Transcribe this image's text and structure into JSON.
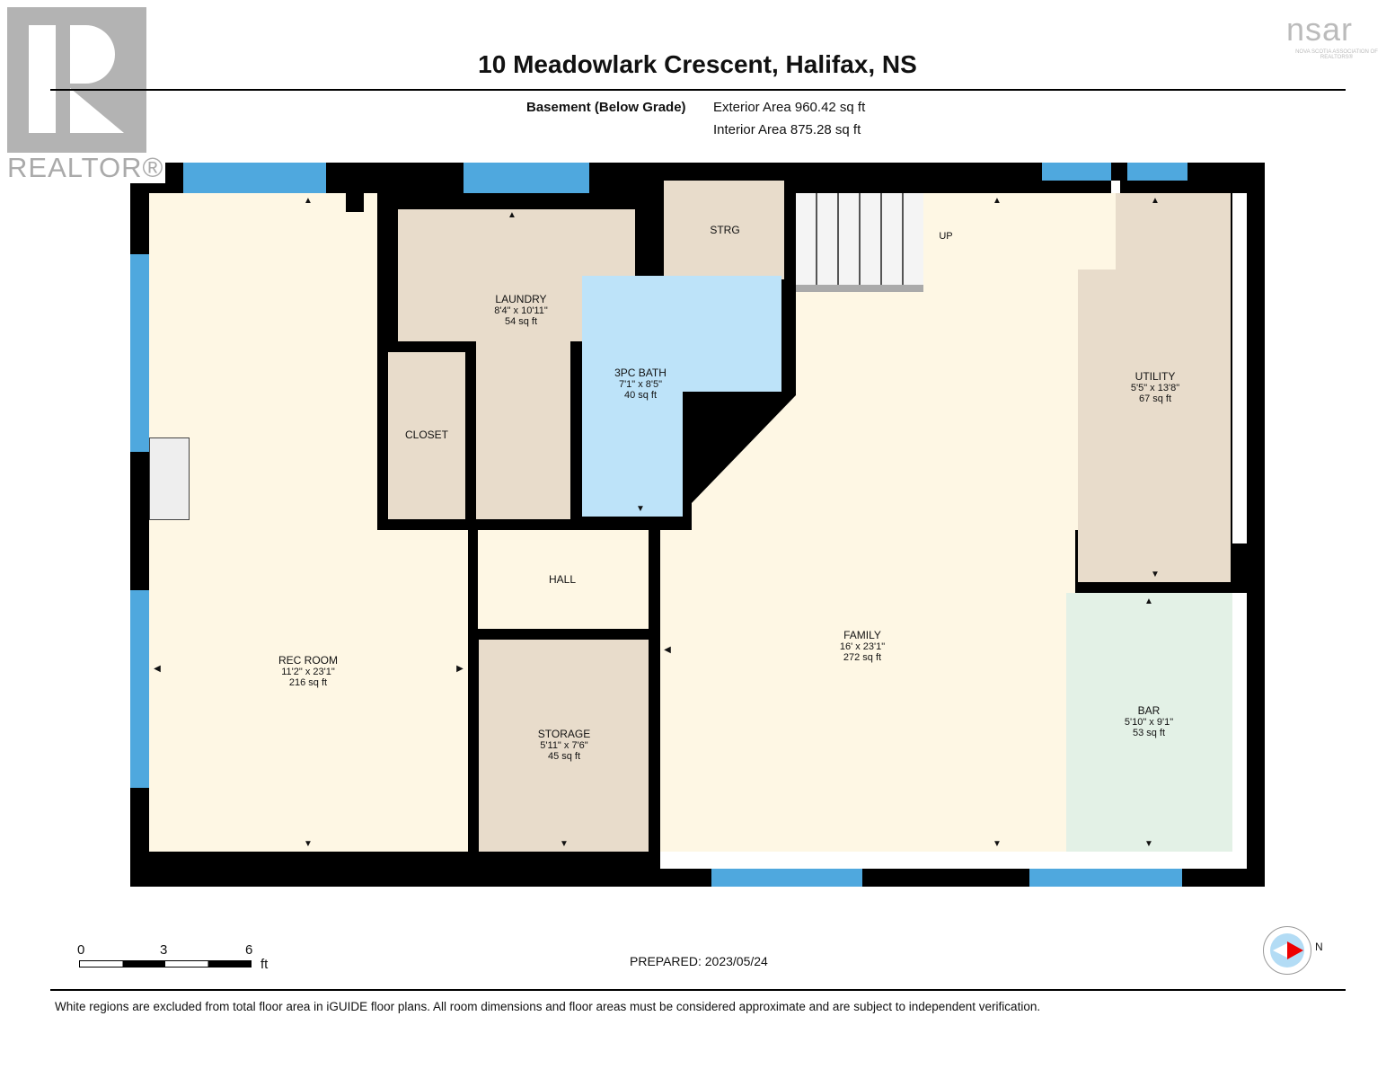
{
  "header": {
    "title": "10 Meadowlark Crescent, Halifax, NS",
    "level": "Basement (Below Grade)",
    "exterior_area": "Exterior Area 960.42 sq ft",
    "interior_area": "Interior Area 875.28 sq ft"
  },
  "logos": {
    "realtor": "REALTOR®",
    "nsar": "nsar",
    "nsar_sub": "NOVA SCOTIA ASSOCIATION OF REALTORS®"
  },
  "rooms": {
    "rec": {
      "name": "REC ROOM",
      "dims": "11'2\" x 23'1\"",
      "area": "216 sq ft"
    },
    "laundry": {
      "name": "LAUNDRY",
      "dims": "8'4\" x 10'11\"",
      "area": "54 sq ft"
    },
    "closet": {
      "name": "CLOSET"
    },
    "strg": {
      "name": "STRG"
    },
    "bath": {
      "name": "3PC BATH",
      "dims": "7'1\" x 8'5\"",
      "area": "40 sq ft"
    },
    "hall": {
      "name": "HALL"
    },
    "storage": {
      "name": "STORAGE",
      "dims": "5'11\" x 7'6\"",
      "area": "45 sq ft"
    },
    "family": {
      "name": "FAMILY",
      "dims": "16' x 23'1\"",
      "area": "272 sq ft"
    },
    "utility": {
      "name": "UTILITY",
      "dims": "5'5\" x 13'8\"",
      "area": "67 sq ft"
    },
    "bar": {
      "name": "BAR",
      "dims": "5'10\" x 9'1\"",
      "area": "53 sq ft"
    },
    "stairs": {
      "label": "UP"
    }
  },
  "scale": {
    "ticks": [
      "0",
      "3",
      "6"
    ],
    "unit": "ft"
  },
  "prepared": "PREPARED: 2023/05/24",
  "compass": {
    "label": "N"
  },
  "footer": "White regions are excluded from total floor area in iGUIDE floor plans. All room dimensions and floor areas must be considered approximate and are subject to independent verification."
}
